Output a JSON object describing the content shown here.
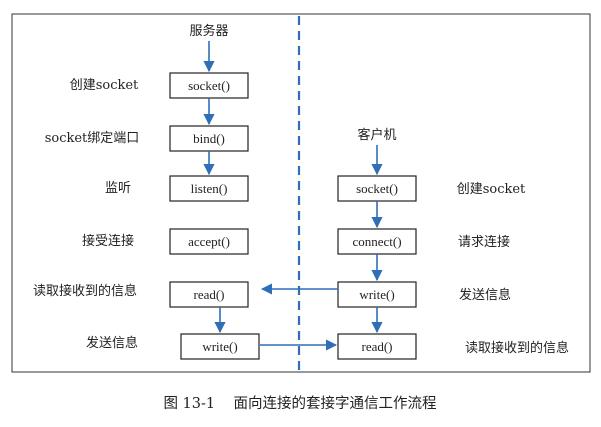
{
  "server": {
    "title": "服务器",
    "steps": [
      {
        "label": "创建socket",
        "call": "socket()"
      },
      {
        "label": "socket绑定端口",
        "call": "bind()"
      },
      {
        "label": "监听",
        "call": "listen()"
      },
      {
        "label": "接受连接",
        "call": "accept()"
      },
      {
        "label": "读取接收到的信息",
        "call": "read()"
      },
      {
        "label": "发送信息",
        "call": "write()"
      }
    ]
  },
  "client": {
    "title": "客户机",
    "steps": [
      {
        "label": "创建socket",
        "call": "socket()"
      },
      {
        "label": "请求连接",
        "call": "connect()"
      },
      {
        "label": "发送信息",
        "call": "write()"
      },
      {
        "label": "读取接收到的信息",
        "call": "read()"
      }
    ]
  },
  "caption": "图 13-1    面向连接的套接字通信工作流程",
  "colors": {
    "arrow": "#2f6fb8",
    "divider": "#2f6fb8",
    "box_border": "#222222"
  }
}
